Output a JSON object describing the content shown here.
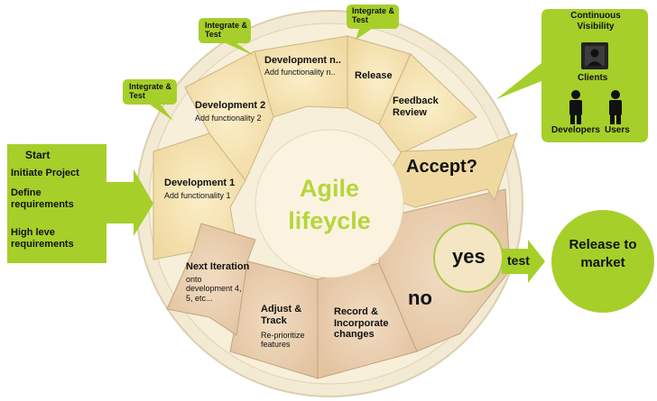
{
  "start_box": {
    "title": "Start",
    "items": [
      "Initiate Project",
      "Define requirements",
      "High leve requirements"
    ]
  },
  "center": {
    "line1": "Agile",
    "line2": "lifeycle"
  },
  "segments": {
    "dev1": {
      "title": "Development 1",
      "sub": "Add functionality 1"
    },
    "dev2": {
      "title": "Development 2",
      "sub": "Add functionality 2"
    },
    "devn": {
      "title": "Development n..",
      "sub": "Add functionality n.."
    },
    "release": {
      "title": "Release"
    },
    "feedback": {
      "title": "Feedback Review"
    },
    "accept": {
      "title": "Accept?"
    },
    "record": {
      "title": "Record & Incorporate changes"
    },
    "adjust": {
      "title": "Adjust & Track",
      "sub": "Re-prioritize features"
    },
    "next": {
      "title": "Next Iteration",
      "sub": "onto development 4, 5, etc..."
    }
  },
  "bubbles": {
    "b1": "Integrate & Test",
    "b2": "Integrate & Test",
    "b3": "Integrate & Test"
  },
  "decision": {
    "yes": "yes",
    "no": "no",
    "test": "test"
  },
  "release_market": "Release to market",
  "visibility": {
    "title": "Continuous Visibility",
    "clients": "Clients",
    "developers": "Developers",
    "users": "Users"
  },
  "colors": {
    "green": "#a6cf2a",
    "segment": "#f5e2b0",
    "segment_dark": "#e8c9a4",
    "ring": "#f3ead3",
    "center_text": "#b6d63b"
  }
}
